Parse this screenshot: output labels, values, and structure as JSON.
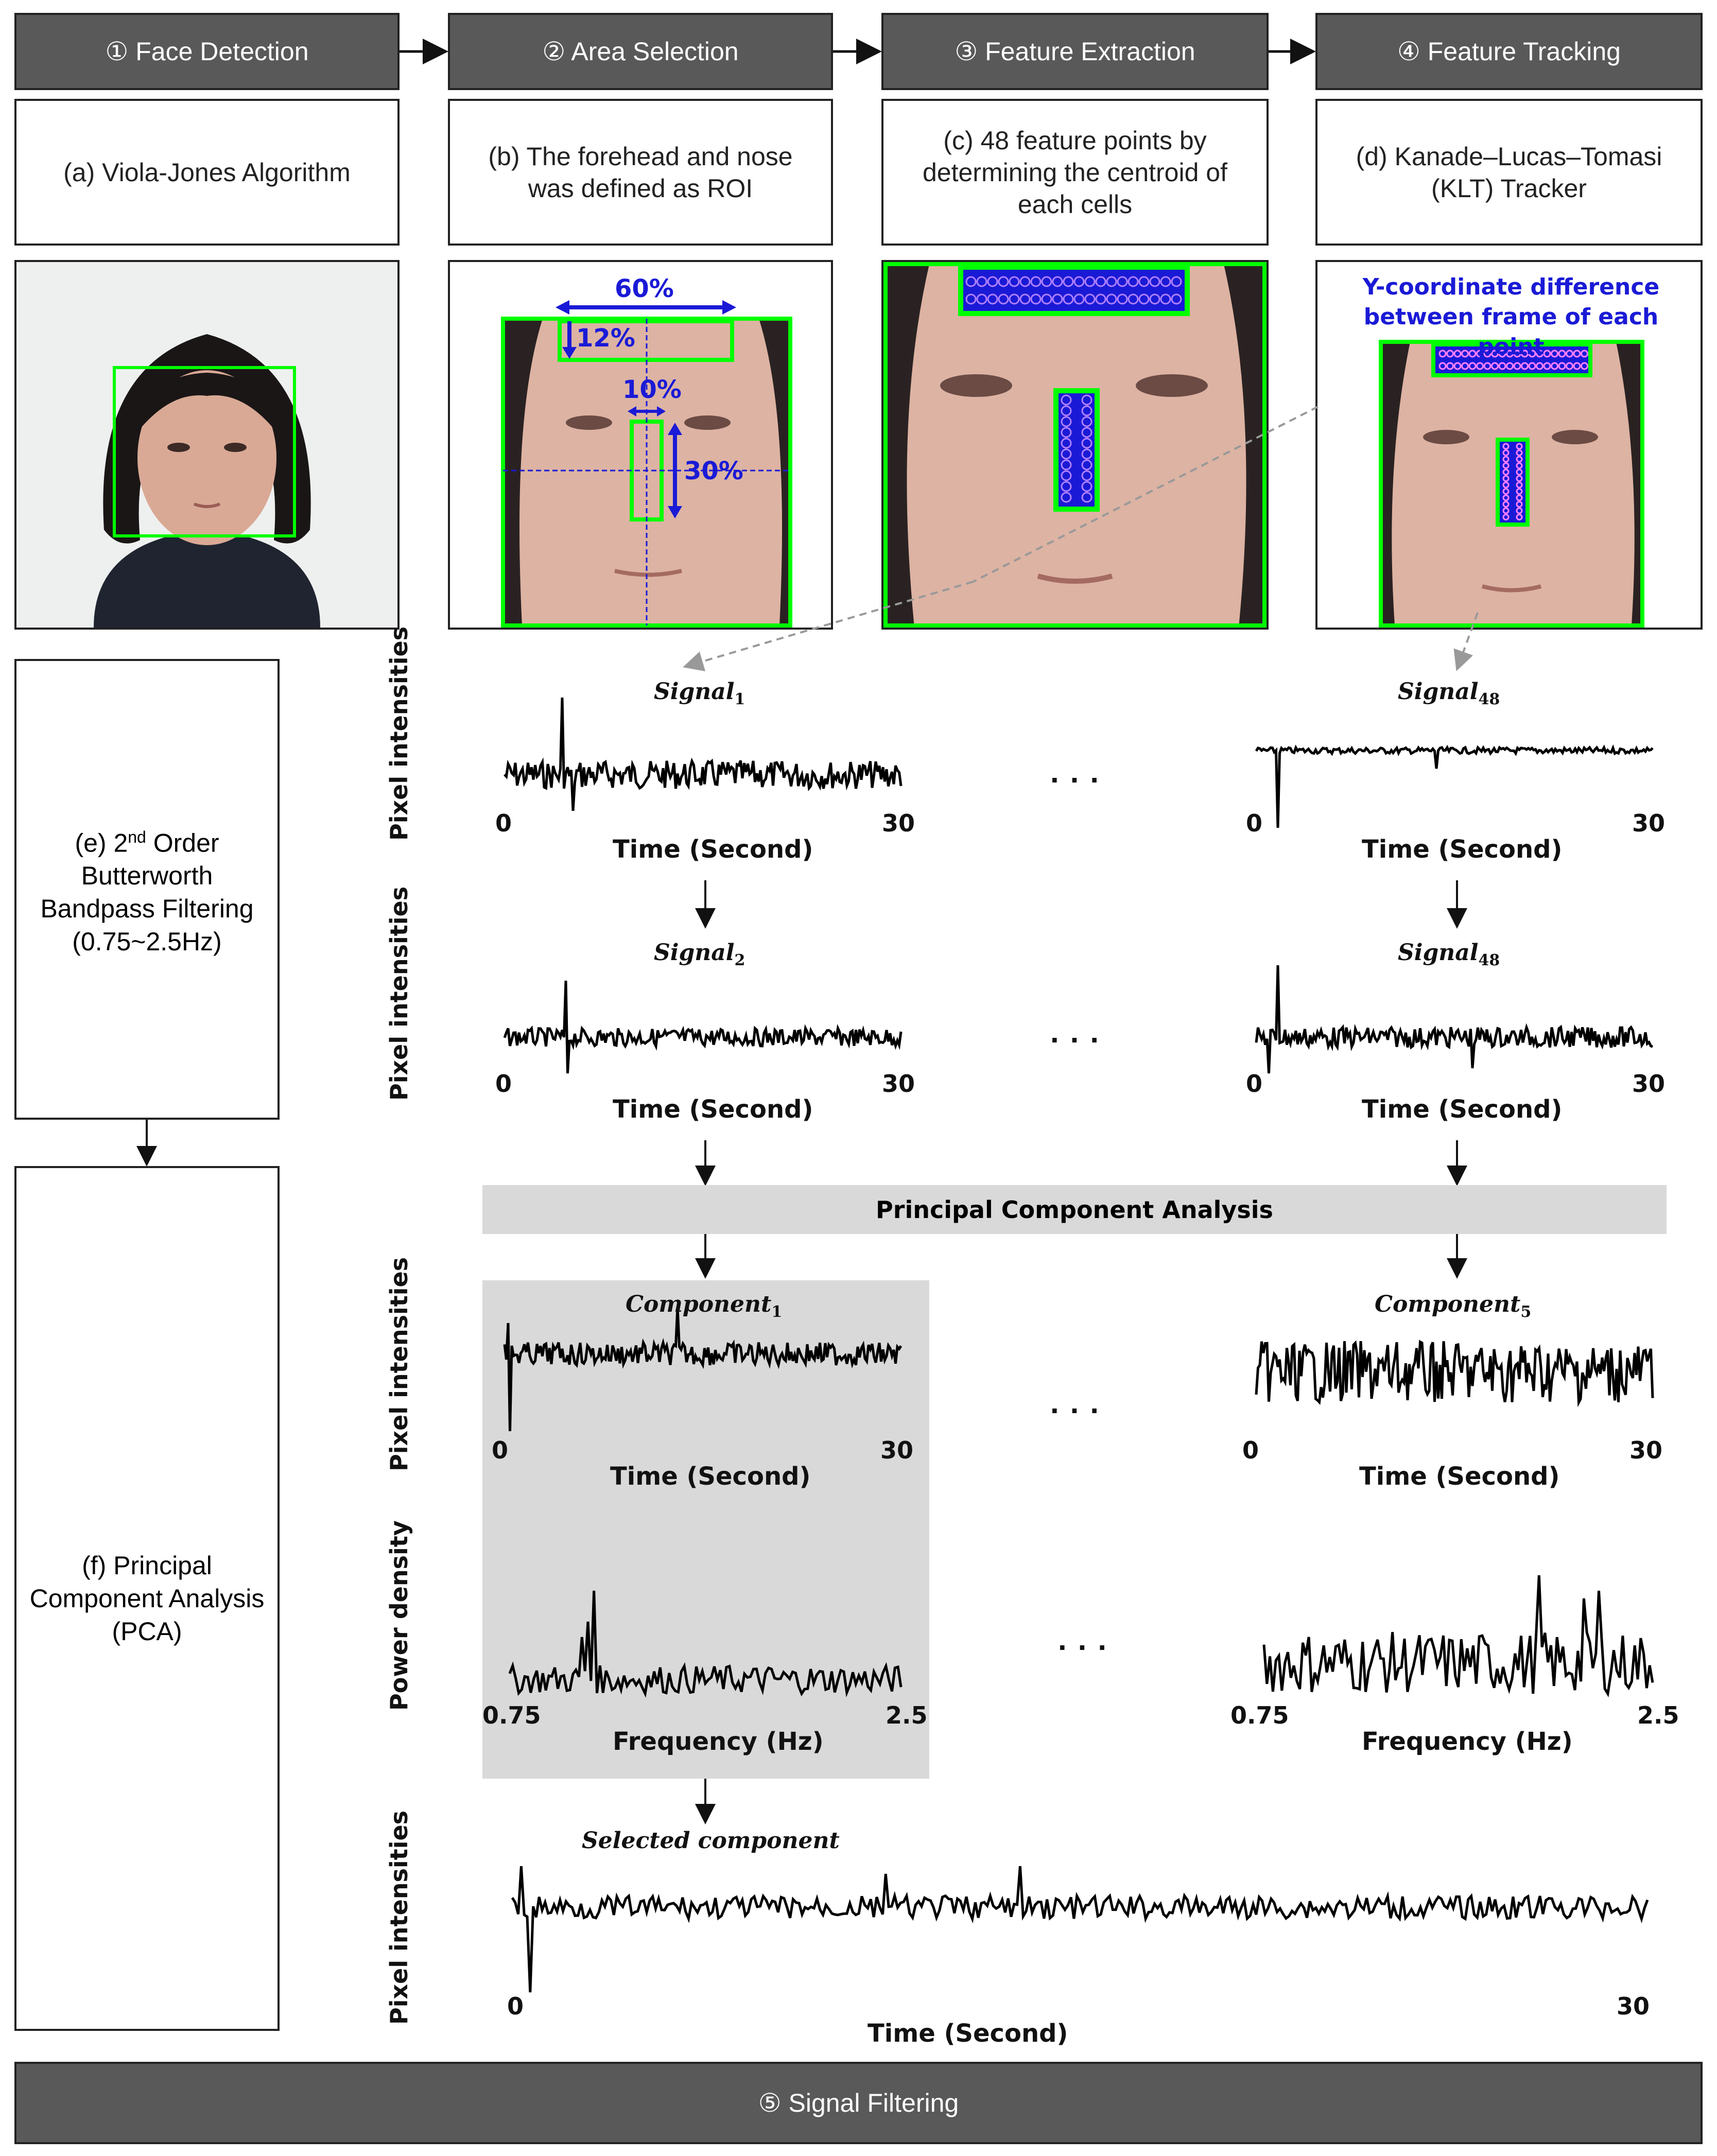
{
  "stages": [
    {
      "label": "① Face Detection"
    },
    {
      "label": "② Area Selection"
    },
    {
      "label": "③ Feature Extraction"
    },
    {
      "label": "④ Feature Tracking"
    }
  ],
  "descriptions": [
    "(a) Viola-Jones Algorithm",
    "(b) The forehead and nose was defined as ROI",
    "(c) 48 feature points by determining the centroid of each cells",
    "(d) Kanade–Lucas–Tomasi (KLT) Tracker"
  ],
  "roi": {
    "width_label": "60%",
    "height_label": "12%",
    "nose_width_label": "10%",
    "nose_height_label": "30%"
  },
  "tracking_note": "Y-coordinate difference between frame of each point",
  "side": {
    "filter_prefix": "(e) 2",
    "filter_sup": "nd",
    "filter_suffix": " Order Butterworth Bandpass Filtering (0.75~2.5Hz)",
    "pca": "(f) Principal Component Analysis (PCA)"
  },
  "pca_bar": "Principal Component Analysis",
  "axis": {
    "pixel": "Pixel intensities",
    "power": "Power density",
    "time": "Time (Second)",
    "freq": "Frequency (Hz)",
    "t0": "0",
    "t30": "30",
    "f0": "0.75",
    "f1": "2.5"
  },
  "titles": {
    "sig_base": "Signal",
    "sig1_sub": "1",
    "sig2_sub": "2",
    "sig48_sub": "48",
    "comp_base": "Component",
    "comp1_sub": "1",
    "comp5_sub": "5",
    "selected": "Selected component"
  },
  "ellipsis": "...",
  "bottom_bar": "⑤ Signal Filtering",
  "colors": {
    "stage_bg": "#595959",
    "box_green": "#00ff00",
    "annot_blue": "#1a1ad6",
    "highlight": "#d9d9d9"
  }
}
